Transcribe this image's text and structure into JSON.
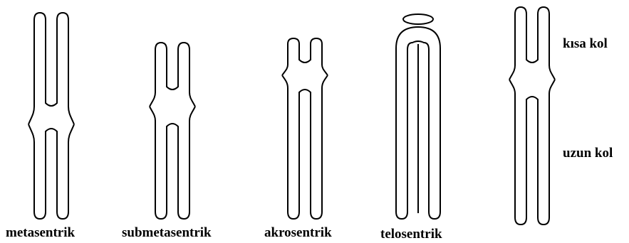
{
  "chromosomes": [
    {
      "label": "metasentrik"
    },
    {
      "label": "submetasentrik"
    },
    {
      "label": "akrosentrik"
    },
    {
      "label": "telosentrik"
    }
  ],
  "anatomy": {
    "short_arm_label": "kısa kol",
    "long_arm_label": "uzun kol"
  }
}
